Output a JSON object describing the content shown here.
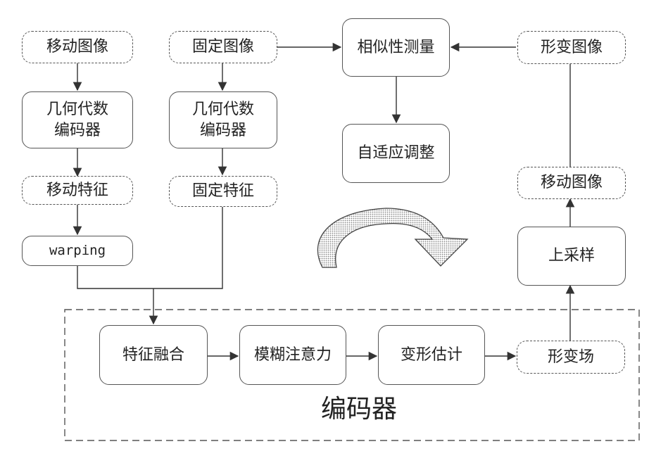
{
  "nodes": {
    "moving_image_top": "移动图像",
    "fixed_image": "固定图像",
    "similarity": "相似性测量",
    "warped_image": "形变图像",
    "geo_encoder_left": "几何代数\n编码器",
    "geo_encoder_right": "几何代数\n编码器",
    "adaptive": "自适应调整",
    "moving_image_right": "移动图像",
    "moving_feature": "移动特征",
    "fixed_feature": "固定特征",
    "warping": "warping",
    "upsample": "上采样",
    "feature_fusion": "特征融合",
    "fuzzy_attention": "模糊注意力",
    "deform_estimate": "变形估计",
    "deform_field": "形变场"
  },
  "region_label": "编码器",
  "colors": {
    "stroke": "#555555",
    "text": "#222222",
    "swirl_fill": "#9a9a9a"
  }
}
